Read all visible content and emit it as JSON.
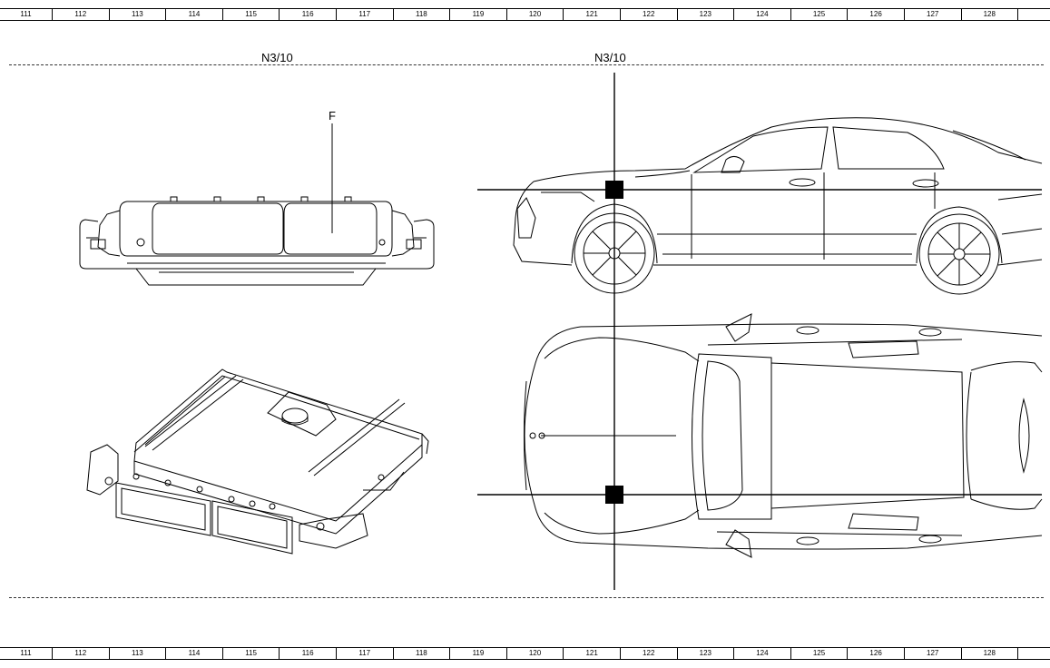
{
  "ruler": [
    "111",
    "112",
    "113",
    "114",
    "115",
    "116",
    "117",
    "118",
    "119",
    "120",
    "121",
    "122",
    "123",
    "124",
    "125",
    "126",
    "127",
    "128",
    ""
  ],
  "sections": [
    {
      "label": "N3/10"
    },
    {
      "label": "N3/10"
    }
  ],
  "callouts": {
    "connector_label": "F"
  }
}
